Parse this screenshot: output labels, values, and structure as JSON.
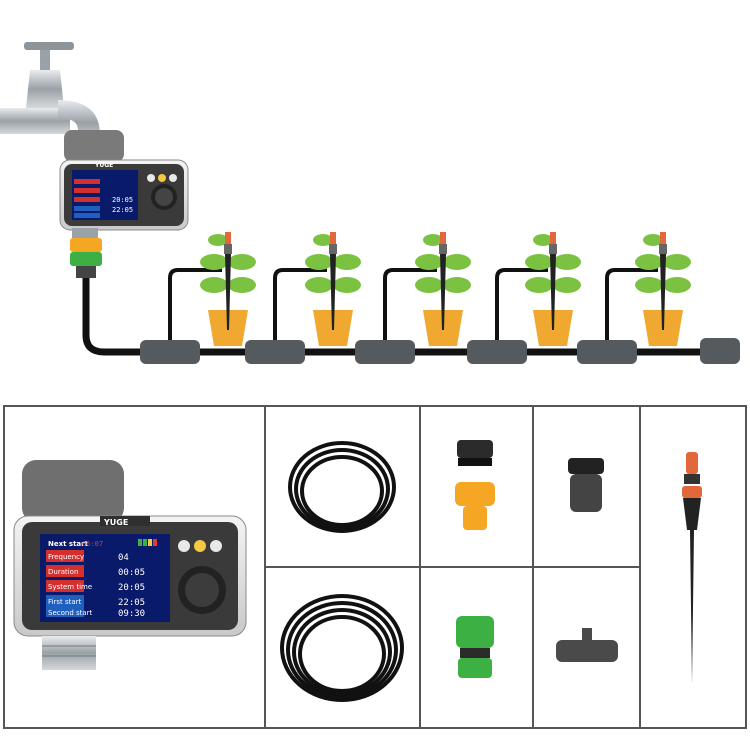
{
  "timer": {
    "brand": "YUGE",
    "next_start_label": "Next start",
    "next_start_value": "06:07",
    "menu": [
      "Frequency",
      "Duration",
      "System time",
      "First start",
      "Second start"
    ],
    "values": [
      "04",
      "00:05",
      "20:05",
      "22:05",
      "09:30"
    ],
    "small_values": [
      "20:05",
      "22:05"
    ]
  },
  "colors": {
    "hose": "#111111",
    "fitting": "#555a5e",
    "orange": "#f5a623",
    "green_connector": "#3cb043",
    "leaf": "#7cc242",
    "dripper_red": "#e2683c",
    "pot": "#f0a830",
    "screen": "#0a1a6a",
    "frame": "#555555"
  },
  "icons": [
    "faucet-icon",
    "timer-icon",
    "dial-icon",
    "hose-icon",
    "connector-icon",
    "dripper-icon",
    "plant-pot-icon"
  ]
}
